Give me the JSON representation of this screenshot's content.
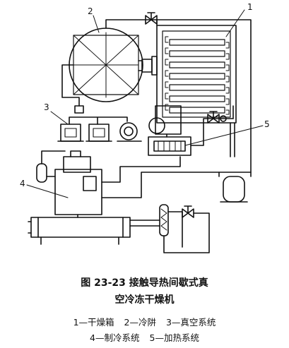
{
  "callouts": {
    "c1": "1",
    "c2": "2",
    "c3": "3",
    "c4": "4",
    "c5": "5"
  },
  "caption": {
    "title_line1": "图 23-23   接触导热间歇式真",
    "title_line2": "空冷冻干燥机",
    "legend": [
      {
        "num": "1",
        "sep": "—",
        "text": "干燥箱"
      },
      {
        "num": "2",
        "sep": "—",
        "text": "冷阱"
      },
      {
        "num": "3",
        "sep": "—",
        "text": "真空系统"
      },
      {
        "num": "4",
        "sep": "—",
        "text": "制冷系统"
      },
      {
        "num": "5",
        "sep": "—",
        "text": "加热系统"
      }
    ]
  },
  "icons": [
    "cold-trap-icon",
    "vacuum-pump-icon",
    "valve-icon",
    "compressor-icon",
    "heat-exchanger-icon",
    "heater-icon",
    "drying-chamber-icon"
  ]
}
